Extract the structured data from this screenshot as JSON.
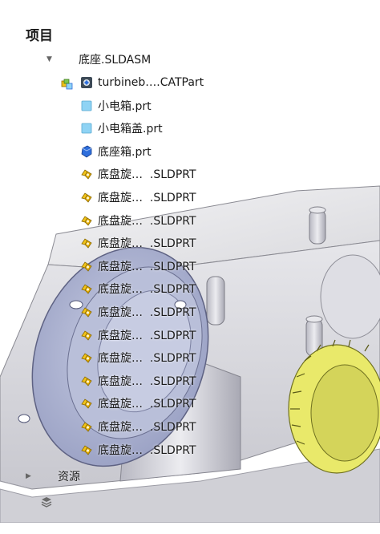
{
  "panel": {
    "title": "项目",
    "root": {
      "label": "底座.SLDASM",
      "icon": "assembly-icon",
      "children": [
        {
          "label": "turbineb….CATPart",
          "icon": "catpart-icon"
        },
        {
          "label": "小电箱.prt",
          "icon": "cube-part-icon"
        },
        {
          "label": "小电箱盖.prt",
          "icon": "cube-part-icon"
        },
        {
          "label": "底座箱.prt",
          "icon": "blue-part-icon"
        },
        {
          "label": "底盘旋…  .SLDPRT",
          "icon": "sldprt-icon"
        },
        {
          "label": "底盘旋…  .SLDPRT",
          "icon": "sldprt-icon"
        },
        {
          "label": "底盘旋…  .SLDPRT",
          "icon": "sldprt-icon"
        },
        {
          "label": "底盘旋…  .SLDPRT",
          "icon": "sldprt-icon"
        },
        {
          "label": "底盘旋…  .SLDPRT",
          "icon": "sldprt-icon"
        },
        {
          "label": "底盘旋…  .SLDPRT",
          "icon": "sldprt-icon"
        },
        {
          "label": "底盘旋…  .SLDPRT",
          "icon": "sldprt-icon"
        },
        {
          "label": "底盘旋…  .SLDPRT",
          "icon": "sldprt-icon"
        },
        {
          "label": "底盘旋…  .SLDPRT",
          "icon": "sldprt-icon"
        },
        {
          "label": "底盘旋…  .SLDPRT",
          "icon": "sldprt-icon"
        },
        {
          "label": "底盘旋…  .SLDPRT",
          "icon": "sldprt-icon"
        },
        {
          "label": "底盘旋…  .SLDPRT",
          "icon": "sldprt-icon"
        },
        {
          "label": "底盘旋…  .SLDPRT",
          "icon": "sldprt-icon"
        }
      ]
    },
    "resources": {
      "label": "资源",
      "icon": "layers-icon"
    }
  },
  "colors": {
    "text": "#1a1a1a",
    "part_yellow": "#f2c318",
    "part_blue": "#2f6fdc",
    "cube_light": "#8fd3f4",
    "gear_yellow": "#e8e85a"
  }
}
